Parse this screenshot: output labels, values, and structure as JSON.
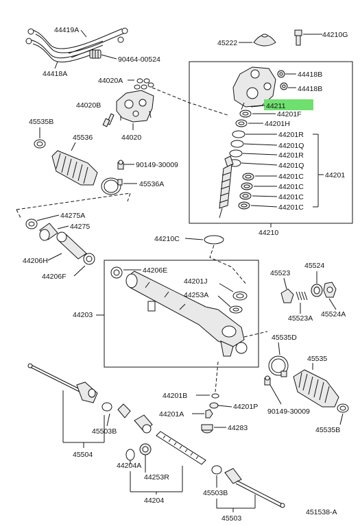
{
  "diagram_id": "451538-A",
  "highlight_color": "#6fe06f",
  "labels": {
    "p44419A": "44419A",
    "p44418A": "44418A",
    "p90464": "90464-00524",
    "p44020A": "44020A",
    "p44020B": "44020B",
    "p44020": "44020",
    "p45535B_top": "45535B",
    "p45536": "45536",
    "p90149_top": "90149-30009",
    "p45536A": "45536A",
    "p44275A": "44275A",
    "p44275": "44275",
    "p44206H": "44206H",
    "p44206F": "44206F",
    "p45222": "45222",
    "p44210G": "44210G",
    "p44418B_1": "44418B",
    "p44418B_2": "44418B",
    "p44211": "44211",
    "p44201F": "44201F",
    "p44201H": "44201H",
    "p44201R_1": "44201R",
    "p44201Q_1": "44201Q",
    "p44201R_2": "44201R",
    "p44201Q_2": "44201Q",
    "p44201": "44201",
    "p44201C_1": "44201C",
    "p44201C_2": "44201C",
    "p44201C_3": "44201C",
    "p44201C_4": "44201C",
    "p44210": "44210",
    "p44210C": "44210C",
    "p44206E": "44206E",
    "p44201J": "44201J",
    "p44253A": "44253A",
    "p44203": "44203",
    "p45523": "45523",
    "p45524": "45524",
    "p45523A": "45523A",
    "p45524A": "45524A",
    "p45535D": "45535D",
    "p45535": "45535",
    "p90149_bot": "90149-30009",
    "p45535B_bot": "45535B",
    "p44201B": "44201B",
    "p44201P": "44201P",
    "p44201A": "44201A",
    "p44283": "44283",
    "p45503B_left": "45503B",
    "p45504": "45504",
    "p44204A": "44204A",
    "p44253R": "44253R",
    "p44204": "44204",
    "p45503B_right": "45503B",
    "p45503": "45503",
    "p451538A": "451538-A"
  }
}
